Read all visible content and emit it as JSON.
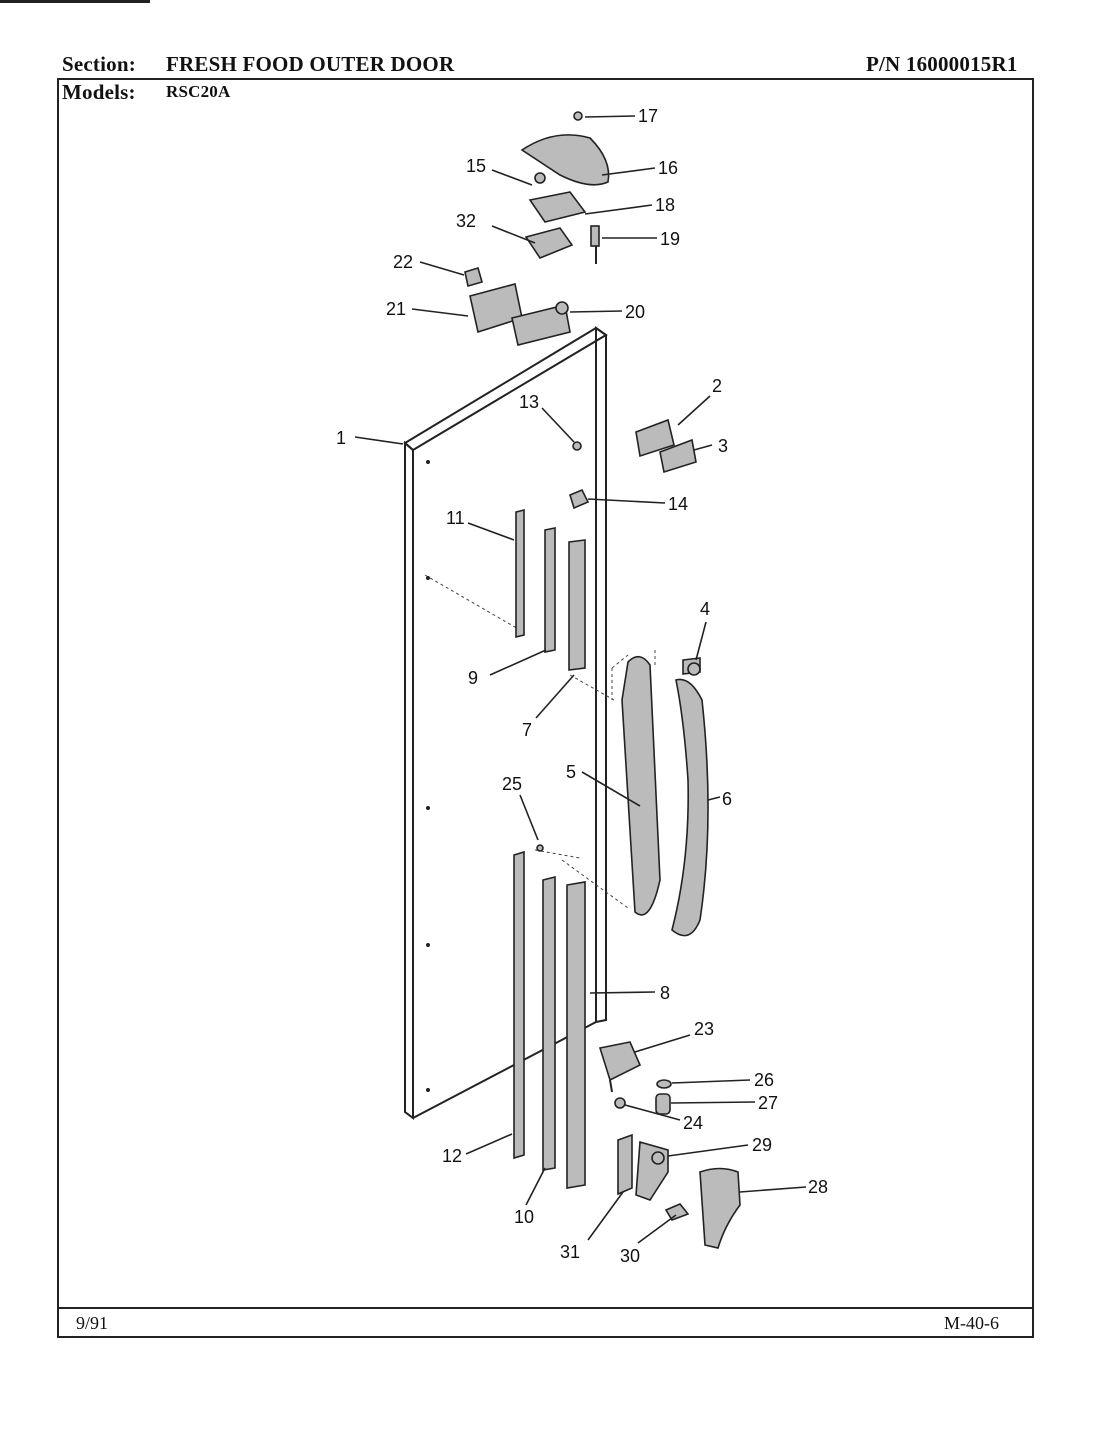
{
  "header": {
    "section_label": "Section:",
    "section_value": "FRESH FOOD OUTER DOOR",
    "pn_label": "P/N 16000015R1",
    "models_label": "Models:",
    "models_value": "RSC20A"
  },
  "footer": {
    "date": "9/91",
    "page_code": "M-40-6"
  },
  "callouts": [
    "1",
    "2",
    "3",
    "4",
    "5",
    "6",
    "7",
    "8",
    "9",
    "10",
    "11",
    "12",
    "13",
    "14",
    "15",
    "16",
    "17",
    "18",
    "19",
    "20",
    "21",
    "22",
    "23",
    "24",
    "25",
    "26",
    "27",
    "28",
    "29",
    "30",
    "31",
    "32"
  ]
}
